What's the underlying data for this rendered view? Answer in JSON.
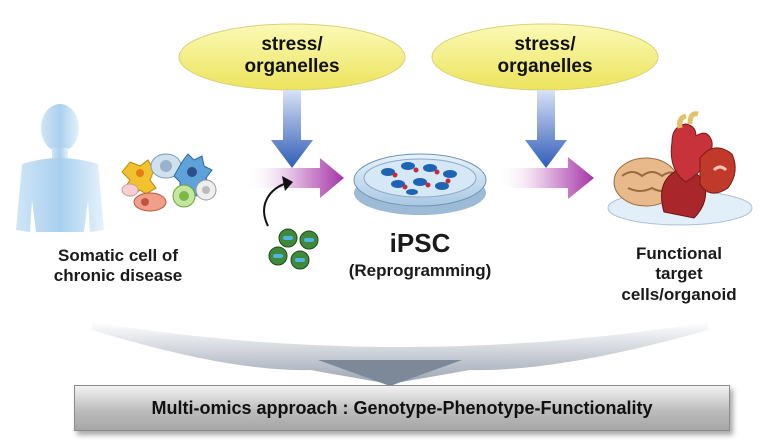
{
  "stress_labels": {
    "left": {
      "line1": "stress/",
      "line2": "organelles"
    },
    "right": {
      "line1": "stress/",
      "line2": "organelles"
    }
  },
  "somatic": {
    "line1": "Somatic cell of",
    "line2": "chronic disease"
  },
  "ipsc": {
    "title": "iPSC",
    "subtitle": "(Reprogramming)"
  },
  "functional": {
    "line1": "Functional",
    "line2": "target",
    "line3": "cells/organoid"
  },
  "bottom_banner": "Multi-omics approach : Genotype-Phenotype-Functionality",
  "colors": {
    "stress_ellipse": "#f7f28a",
    "stress_arrow": "#3d68c0",
    "process_arrow": "#b347b3",
    "bottom_bar": "#b7b7b7"
  }
}
